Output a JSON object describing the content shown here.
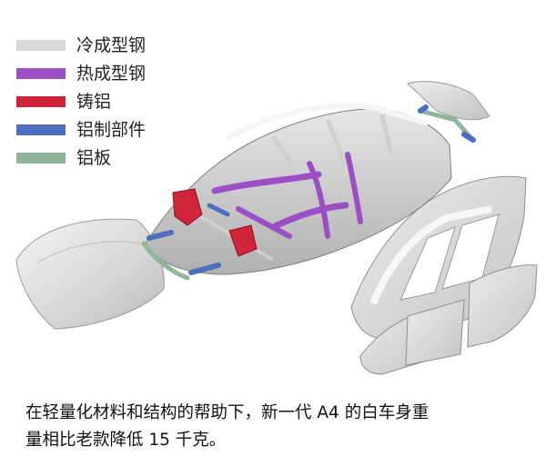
{
  "legend": {
    "items": [
      {
        "label": "冷成型钢",
        "color": "#d9d9d9"
      },
      {
        "label": "热成型钢",
        "color": "#9b4fc4"
      },
      {
        "label": "铸铝",
        "color": "#d0243a"
      },
      {
        "label": "铝制部件",
        "color": "#4e6fbd"
      },
      {
        "label": "铝板",
        "color": "#8fb59a"
      }
    ]
  },
  "caption": {
    "line1": "在轻量化材料和结构的帮助下，新一代 A4 的白车身重",
    "line2": "量相比老款降低 15 千克。"
  },
  "colors": {
    "cold_steel": "#d9d9d9",
    "hot_steel": "#9b4fc4",
    "cast_aluminum": "#d0243a",
    "aluminum_part": "#4e6fbd",
    "aluminum_sheet": "#8fb59a"
  }
}
